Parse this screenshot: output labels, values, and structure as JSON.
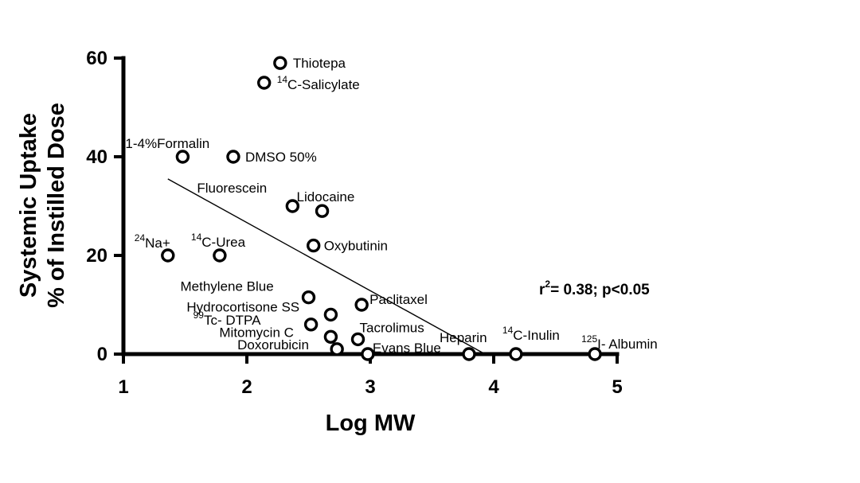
{
  "chart_data": {
    "type": "scatter",
    "xlabel": "Log MW",
    "ylabel_line1": "Systemic Uptake",
    "ylabel_line2": "% of Instilled Dose",
    "xlim": [
      1,
      5
    ],
    "ylim": [
      0,
      60
    ],
    "xticks": [
      "1",
      "2",
      "3",
      "4",
      "5"
    ],
    "yticks": [
      "0",
      "20",
      "40",
      "60"
    ],
    "grid": false,
    "points": [
      {
        "sup": "",
        "name": "Thiotepa",
        "x": 2.27,
        "y": 59
      },
      {
        "sup": "14",
        "name": "C-Salicylate",
        "x": 2.14,
        "y": 55
      },
      {
        "sup": "",
        "name": "1-4%Formalin",
        "x": 1.48,
        "y": 40
      },
      {
        "sup": "",
        "name": "DMSO 50%",
        "x": 1.89,
        "y": 40
      },
      {
        "sup": "",
        "name": "Fluorescein",
        "x": 2.37,
        "y": 30
      },
      {
        "sup": "",
        "name": "Lidocaine",
        "x": 2.61,
        "y": 29
      },
      {
        "sup": "24",
        "name": "Na+",
        "x": 1.36,
        "y": 20
      },
      {
        "sup": "14",
        "name": "C-Urea",
        "x": 1.78,
        "y": 20
      },
      {
        "sup": "",
        "name": "Oxybutinin",
        "x": 2.54,
        "y": 22
      },
      {
        "sup": "",
        "name": "Methylene Blue",
        "x": 2.5,
        "y": 11.5
      },
      {
        "sup": "",
        "name": "Hydrocortisone SS",
        "x": 2.68,
        "y": 8
      },
      {
        "sup": "99",
        "name": "Tc- DTPA",
        "x": 2.52,
        "y": 6
      },
      {
        "sup": "",
        "name": "Paclitaxel",
        "x": 2.93,
        "y": 10
      },
      {
        "sup": "",
        "name": "Mitomycin C",
        "x": 2.68,
        "y": 3.5
      },
      {
        "sup": "",
        "name": "Tacrolimus",
        "x": 2.9,
        "y": 3
      },
      {
        "sup": "",
        "name": "Doxorubicin",
        "x": 2.73,
        "y": 1
      },
      {
        "sup": "",
        "name": "Evans Blue",
        "x": 2.98,
        "y": 0
      },
      {
        "sup": "",
        "name": "Heparin",
        "x": 3.8,
        "y": 0
      },
      {
        "sup": "14",
        "name": "C-Inulin",
        "x": 4.18,
        "y": 0
      },
      {
        "sup": "125",
        "name": "I- Albumin",
        "x": 4.82,
        "y": 0
      }
    ],
    "trendline": {
      "x1": 1.36,
      "y1": 35.5,
      "x2": 3.93,
      "y2": 0
    },
    "annotation": {
      "pre": "r",
      "sup": "2",
      "post": "= 0.38; p<0.05"
    }
  }
}
